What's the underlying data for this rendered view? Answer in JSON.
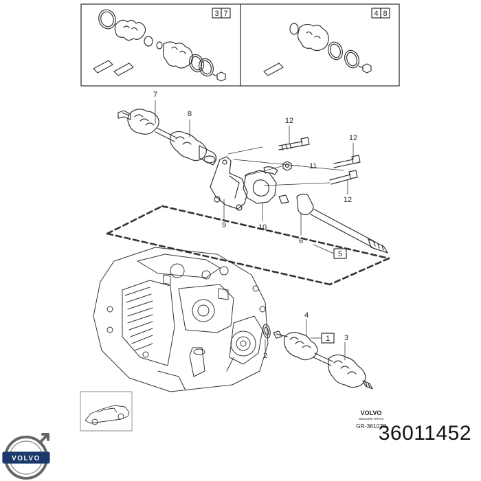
{
  "inset_left": {
    "boxes": [
      "3",
      "7"
    ]
  },
  "inset_right": {
    "boxes": [
      "4",
      "8"
    ]
  },
  "callouts": {
    "c1": "1",
    "c2": "2",
    "c3": "3",
    "c4": "4",
    "c5": "5",
    "c6": "6",
    "c7": "7",
    "c8": "8",
    "c9": "9",
    "c10": "10",
    "c11": "11",
    "c12a": "12",
    "c12b": "12",
    "c12c": "12"
  },
  "reference": {
    "brand": "VOLVO",
    "brand_sub": "GENUINE PARTS",
    "code": "GR-361070"
  },
  "logo": {
    "text": "VOLVO"
  },
  "part_number": "36011452",
  "colors": {
    "line": "#333333",
    "accent_logo": "#1b3a6b"
  }
}
